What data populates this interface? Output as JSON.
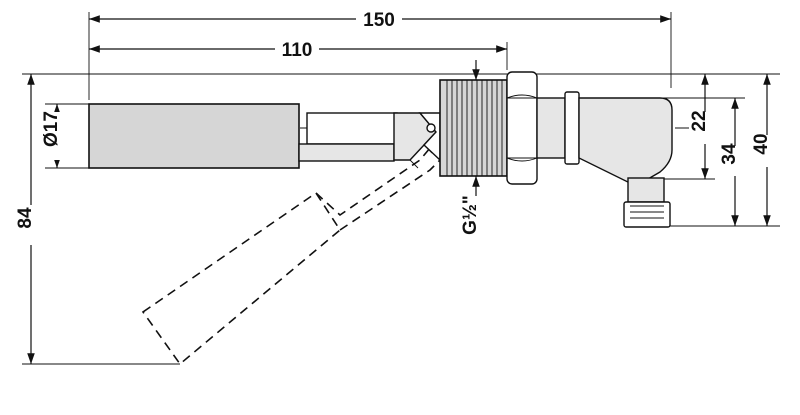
{
  "drawing": {
    "title": "Float level switch - dimension drawing",
    "dimensions": {
      "overall_length": "150",
      "length_to_thread": "110",
      "float_diameter": "Ø17",
      "overall_height": "84",
      "thread": "G½\"",
      "dim_22": "22",
      "dim_34": "34",
      "dim_40": "40"
    }
  }
}
